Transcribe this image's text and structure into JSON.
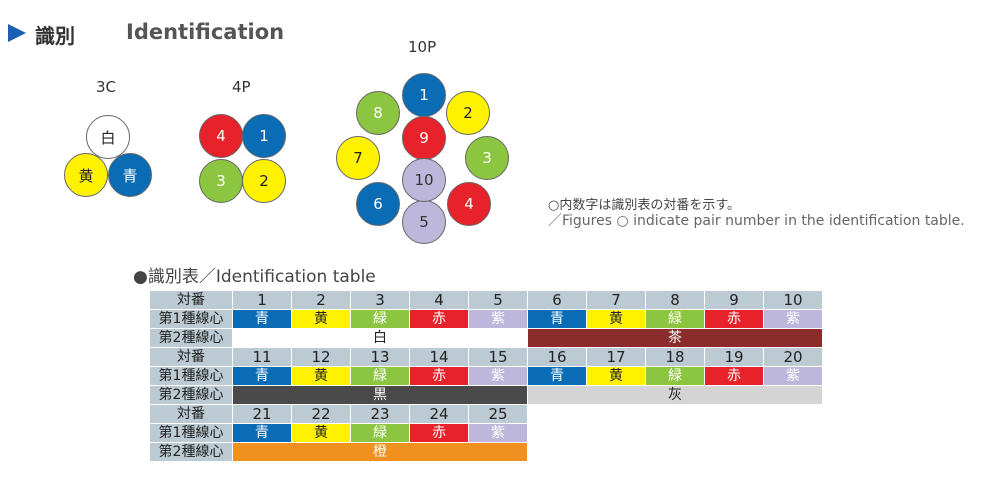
{
  "header": {
    "title_ja": "識別",
    "title_en": "Identification"
  },
  "colors": {
    "青": "#0b6cb6",
    "黄": "#fff200",
    "緑": "#8cc540",
    "赤": "#e8222a",
    "紫": "#bdb7dc",
    "白": "#ffffff",
    "茶": "#8b2c2c",
    "黒": "#4a4a4a",
    "灰": "#d4d4d4",
    "橙": "#f0901e"
  },
  "diagrams": {
    "c3": {
      "label": "3C",
      "cores": [
        {
          "text": "白",
          "color": "白"
        },
        {
          "text": "黄",
          "color": "黄"
        },
        {
          "text": "青",
          "color": "青"
        }
      ]
    },
    "p4": {
      "label": "4P",
      "cores": [
        {
          "text": "4",
          "color": "赤"
        },
        {
          "text": "1",
          "color": "青"
        },
        {
          "text": "3",
          "color": "緑"
        },
        {
          "text": "2",
          "color": "黄"
        }
      ]
    },
    "p10": {
      "label": "10P",
      "cores": [
        {
          "text": "1",
          "color": "青"
        },
        {
          "text": "2",
          "color": "黄"
        },
        {
          "text": "3",
          "color": "緑"
        },
        {
          "text": "4",
          "color": "赤"
        },
        {
          "text": "5",
          "color": "紫"
        },
        {
          "text": "6",
          "color": "青"
        },
        {
          "text": "7",
          "color": "黄"
        },
        {
          "text": "8",
          "color": "緑"
        },
        {
          "text": "9",
          "color": "赤"
        },
        {
          "text": "10",
          "color": "紫"
        }
      ]
    }
  },
  "note": {
    "ja": "○内数字は識別表の対番を示す。",
    "en": "／Figures ○ indicate pair number in the identification table."
  },
  "table": {
    "title": "●識別表／Identification table",
    "row_labels": {
      "pair": "対番",
      "first": "第1種線心",
      "second": "第2種線心"
    },
    "blocks": [
      {
        "pairs": [
          "1",
          "2",
          "3",
          "4",
          "5",
          "6",
          "7",
          "8",
          "9",
          "10"
        ],
        "first": [
          "青",
          "黄",
          "緑",
          "赤",
          "紫",
          "青",
          "黄",
          "緑",
          "赤",
          "紫"
        ],
        "second": [
          {
            "text": "白",
            "span": 5
          },
          {
            "text": "茶",
            "span": 5
          }
        ]
      },
      {
        "pairs": [
          "11",
          "12",
          "13",
          "14",
          "15",
          "16",
          "17",
          "18",
          "19",
          "20"
        ],
        "first": [
          "青",
          "黄",
          "緑",
          "赤",
          "紫",
          "青",
          "黄",
          "緑",
          "赤",
          "紫"
        ],
        "second": [
          {
            "text": "黒",
            "span": 5
          },
          {
            "text": "灰",
            "span": 5
          }
        ]
      },
      {
        "pairs": [
          "21",
          "22",
          "23",
          "24",
          "25"
        ],
        "first": [
          "青",
          "黄",
          "緑",
          "赤",
          "紫"
        ],
        "second": [
          {
            "text": "橙",
            "span": 5
          }
        ]
      }
    ]
  }
}
